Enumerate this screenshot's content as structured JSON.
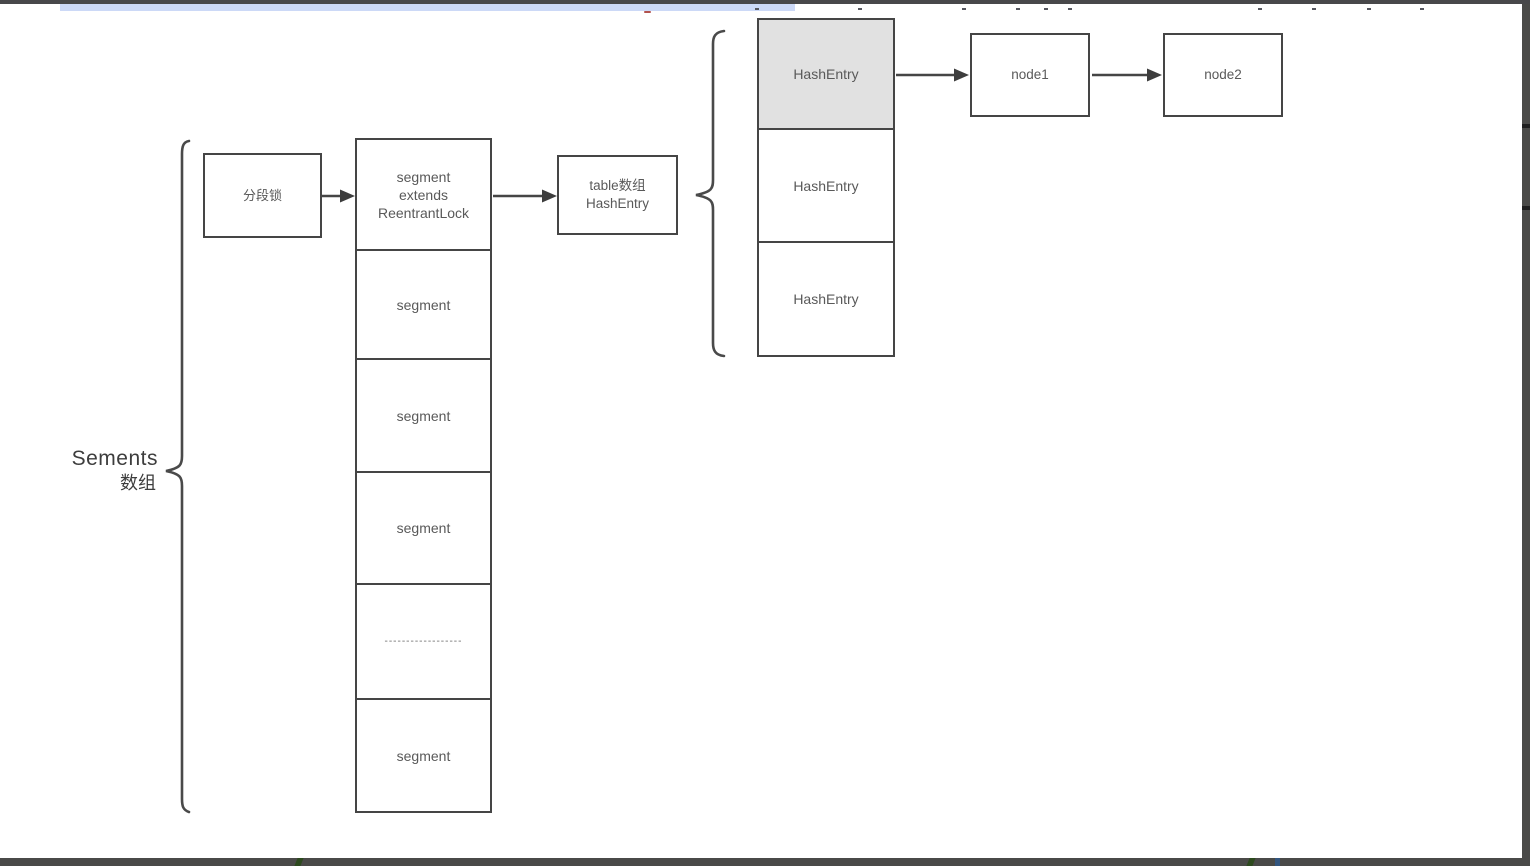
{
  "chrome": {
    "top_bar_color": "#48484a",
    "bottom_bar_color": "#4a4a48",
    "right_strip_color": "#4a4a48",
    "selection_strip_color": "#ccd9f7",
    "bottom_green_mark_color": "#2d4a1e",
    "bottom_blue_mark_color": "#33567f"
  },
  "diagram": {
    "brace_label_line1": "Sements",
    "brace_label_line2": "数组",
    "segment_lock_label": "分段锁",
    "segment_top_lines": [
      "segment",
      "extends",
      "ReentrantLock"
    ],
    "segment_cells": [
      "segment",
      "segment",
      "segment",
      "------------------",
      "segment"
    ],
    "table_box_lines": [
      "table数组",
      "HashEntry"
    ],
    "hash_entries": [
      "HashEntry",
      "HashEntry",
      "HashEntry"
    ],
    "node1_label": "node1",
    "node2_label": "node2",
    "colors": {
      "line": "#454545",
      "text": "#595959",
      "highlight_cell_fill": "#e1e1e1",
      "box_fill": "#ffffff"
    }
  }
}
